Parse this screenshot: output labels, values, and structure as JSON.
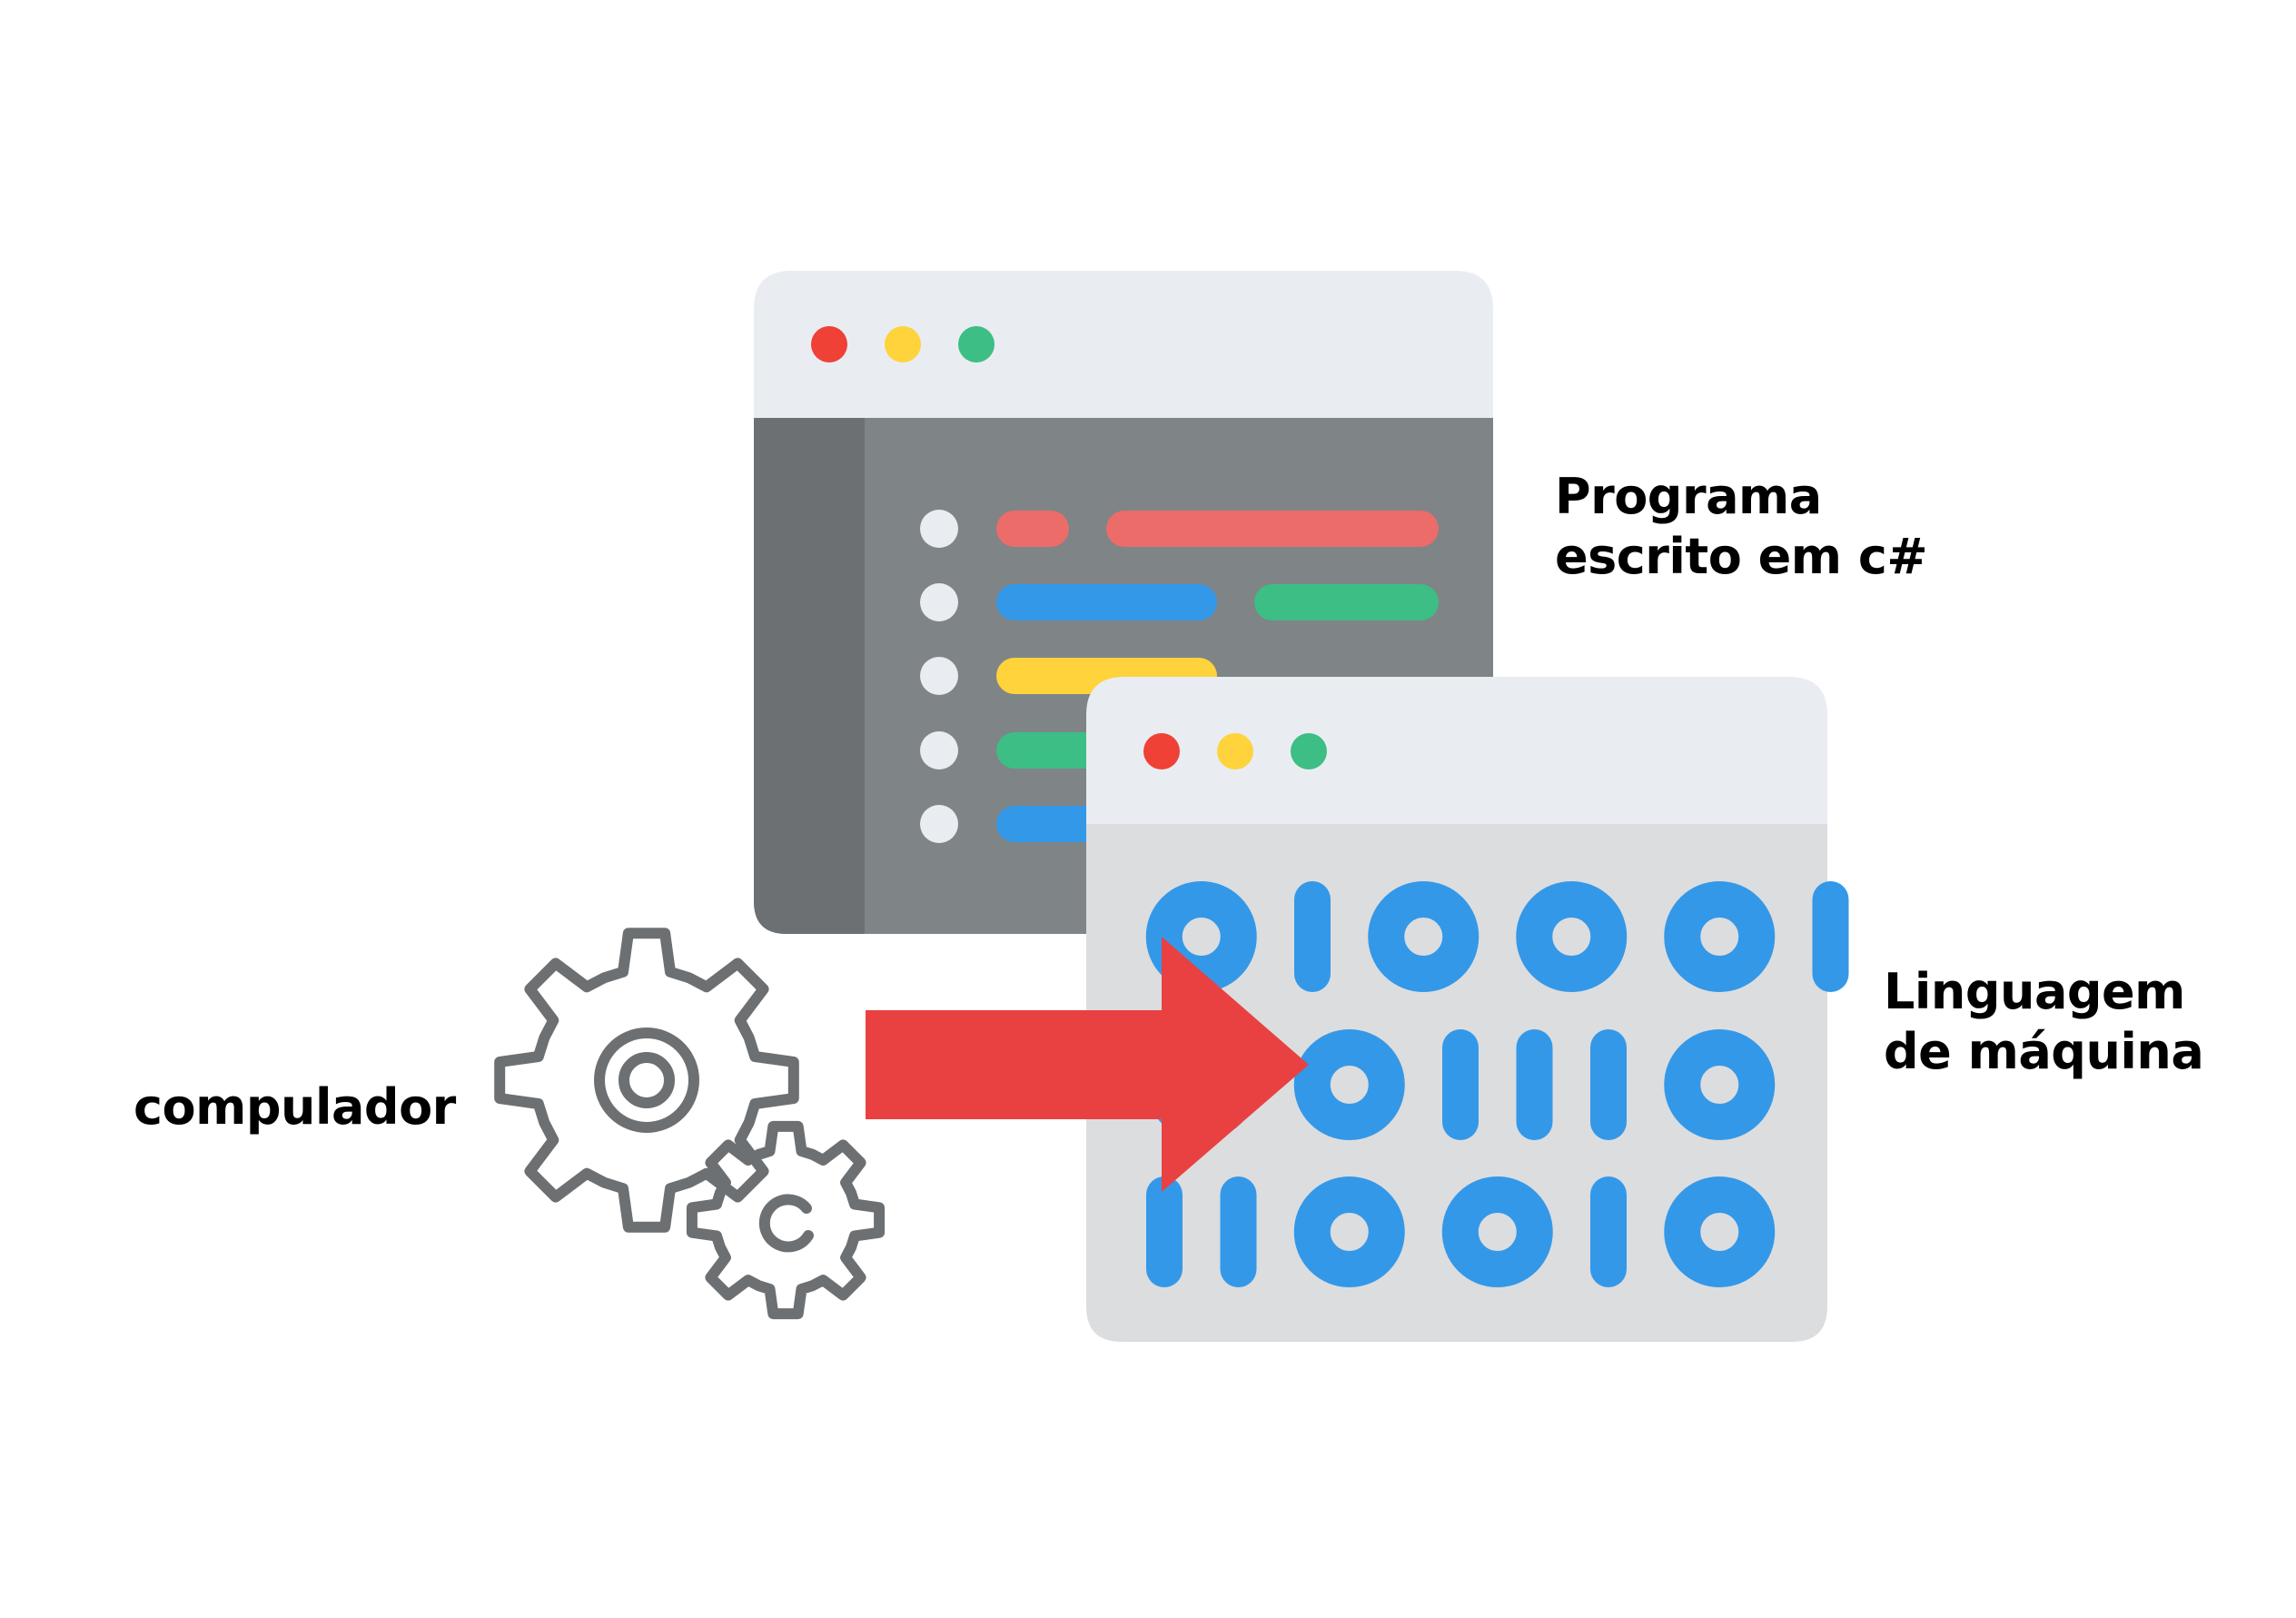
{
  "labels": {
    "source_line1": "Programa",
    "source_line2": "escrito em c#",
    "target_line1": "Linguagem",
    "target_line2": "de máquina",
    "compiler": "compulador"
  },
  "icons": {
    "source_window": "code-editor-window-icon",
    "target_window": "binary-window-icon",
    "compiler": "gears-icon",
    "arrow": "right-arrow-icon"
  },
  "colors": {
    "window_bar": "#E9EDF1",
    "editor_body": "#7F8487",
    "editor_gutter": "#6C7073",
    "binary_body": "#DCDDDF",
    "dot_red": "#EF4136",
    "dot_yellow": "#FED33C",
    "dot_green": "#3DBE84",
    "code_red": "#EB6C69",
    "code_blue": "#3498E8",
    "code_green": "#3DBE84",
    "code_yellow": "#FED33C",
    "binary_digit": "#3498E8",
    "arrow": "#E94141",
    "gear_stroke": "#6C7073"
  },
  "binary_rows": [
    "010001",
    "001110",
    "110010"
  ]
}
